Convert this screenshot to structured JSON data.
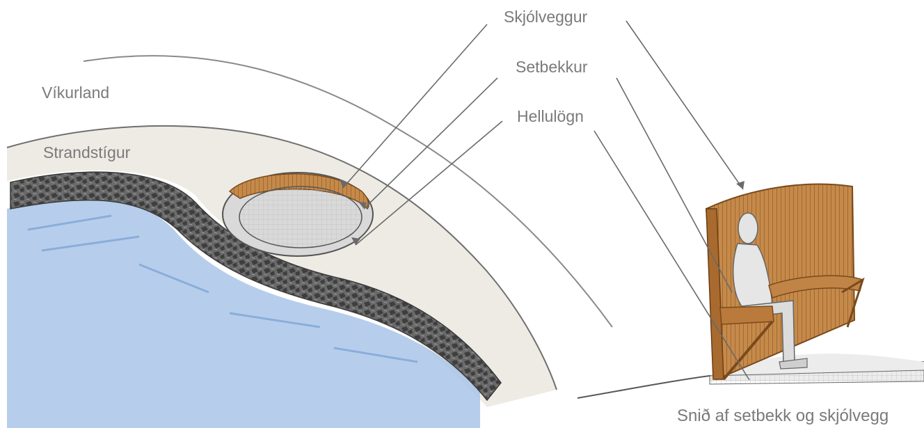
{
  "labels": {
    "skjolveggur": "Skjólveggur",
    "setbekkur": "Setbekkur",
    "hellulogn": "Hellulögn",
    "vikurland": "Víkurland",
    "strandstigur": "Strandstígur",
    "caption": "Snið af setbekk og skjólvegg"
  },
  "colors": {
    "pencil": "#6f6f6f",
    "water": "#7fa9d8",
    "rocks": "#4a4a4a",
    "path": "#efece6",
    "wood": "#b97a3c",
    "wood_dark": "#8a5523",
    "label_text": "#7a7a7a"
  }
}
